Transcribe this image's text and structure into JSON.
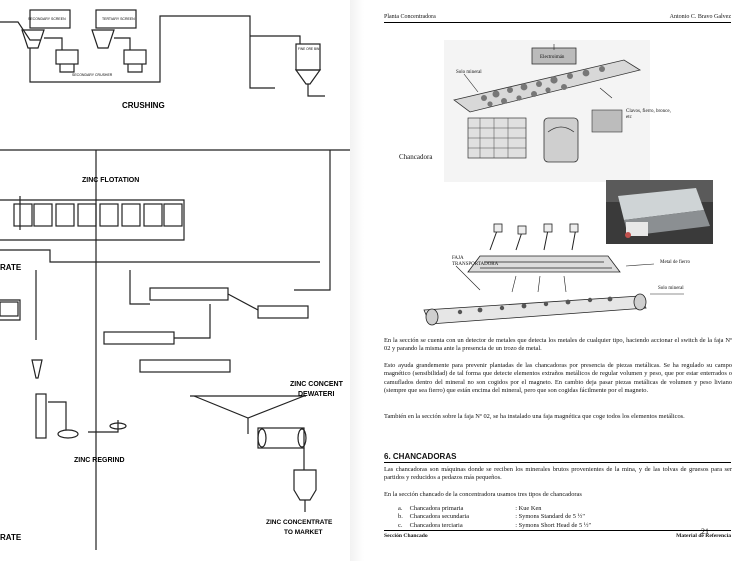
{
  "left_page": {
    "labels": {
      "secondary_screen": "SECONDARY SCREEN",
      "tertiary_screen": "TERTIARY SCREEN",
      "secondary_crusher": "SECONDARY CRUSHER",
      "fine_ore_bin": "FINE ORE BIN",
      "crushing": "CRUSHING",
      "zinc_flotation": "ZINC FLOTATION",
      "rate_left": "RATE",
      "zinc_concent": "ZINC CONCENT",
      "dewater": "DEWATERI",
      "zinc_regrind": "ZINC REGRIND",
      "concentrate_line1": "ZINC CONCENTRATE",
      "concentrate_line2": "TO MARKET",
      "rate_bottom": "RATE"
    }
  },
  "right_page": {
    "header_left": "Planta Concentradora",
    "header_right": "Antonio C. Bravo Galvez",
    "figure1": {
      "label": "Chancadora",
      "callout_solo_mineral": "Solo mineral",
      "callout_electroiman": "Electroimán",
      "callout_clavos": "Clavos, fierro, bronce, etc"
    },
    "figure3": {
      "callout_faja": "FAJA TRANSPORTADORA",
      "callout_metal": "Metal de fierro",
      "callout_solo_mineral": "Solo mineral"
    },
    "para1": "En la sección se cuenta con un detector de metales que detecta los metales de cualquier tipo, haciendo accionar el switch de la faja Nº 02 y parando la misma ante la presencia de un trozo de metal.",
    "para2": "Esto ayuda grandemente para prevenir plantadas de las chancadoras por presencia de piezas metálicas. Se ha regulado su campo magnético (sensibilidad) de tal forma que detecte elementos extraños metálicos de regular volumen y peso, que por estar enterrados o camuflados dentro del mineral no son cogidos por el magneto. En cambio deja pasar piezas metálicas de volumen y peso liviano (siempre que sea fierro) que están encima del mineral, pero que son cogidas fácilmente por el magneto.",
    "para3": "También en la sección sobre la faja Nº 02, se ha instalado una faja magnética que coge todos los elementos metálicos.",
    "section_title": "6. CHANCADORAS",
    "para4": "Las chancadoras son máquinas donde se reciben los minerales brutos provenientes de la mina, y de las tolvas de gruesos para ser partidos y reducidos a pedazos más pequeños.",
    "para5": "En la sección chancado de la concentradora usamos tres tipos de chancadoras",
    "crushers": [
      {
        "letter": "a.",
        "name": "Chancadora primaria",
        "model": ": Kue Ken"
      },
      {
        "letter": "b.",
        "name": "Chancadora secundaria",
        "model": ": Symons Standard de 5 ½\""
      },
      {
        "letter": "c.",
        "name": "Chancadora terciaria",
        "model": ": Symons Short Head de 5 ½\""
      }
    ],
    "footer_left": "Sección Chancado",
    "footer_right": "Material de Referencia",
    "page_number": "21"
  }
}
